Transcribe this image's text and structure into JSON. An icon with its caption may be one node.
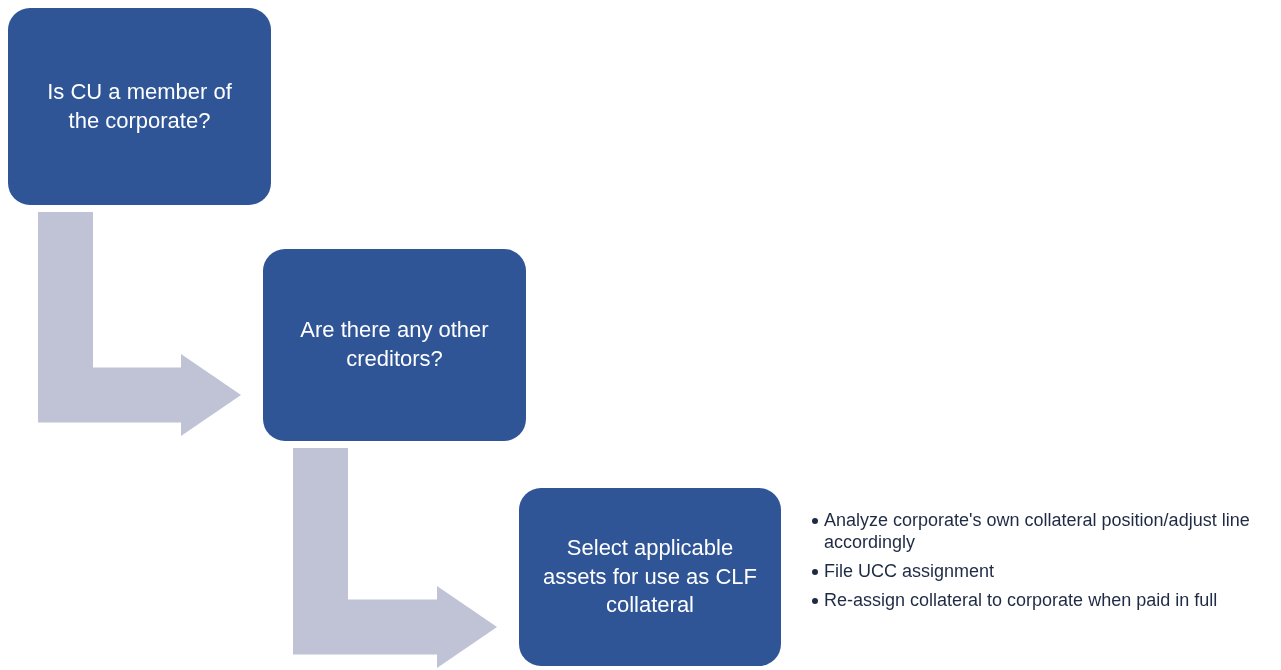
{
  "diagram": {
    "nodes": [
      {
        "text": [
          "Is CU a member of the corporate?"
        ]
      },
      {
        "text": [
          "Are there any other creditors?"
        ]
      },
      {
        "text": [
          "Select applicable assets for use as CLF collateral"
        ],
        "beside": [
          "Analyze corporate's own collateral position/adjust line accordingly",
          "File UCC assignment",
          "Re-assign collateral to corporate when paid in full"
        ]
      }
    ],
    "edges": [
      {
        "from": 0,
        "to": 1,
        "arrow": "to"
      },
      {
        "from": 1,
        "to": 2,
        "arrow": "to"
      }
    ]
  }
}
